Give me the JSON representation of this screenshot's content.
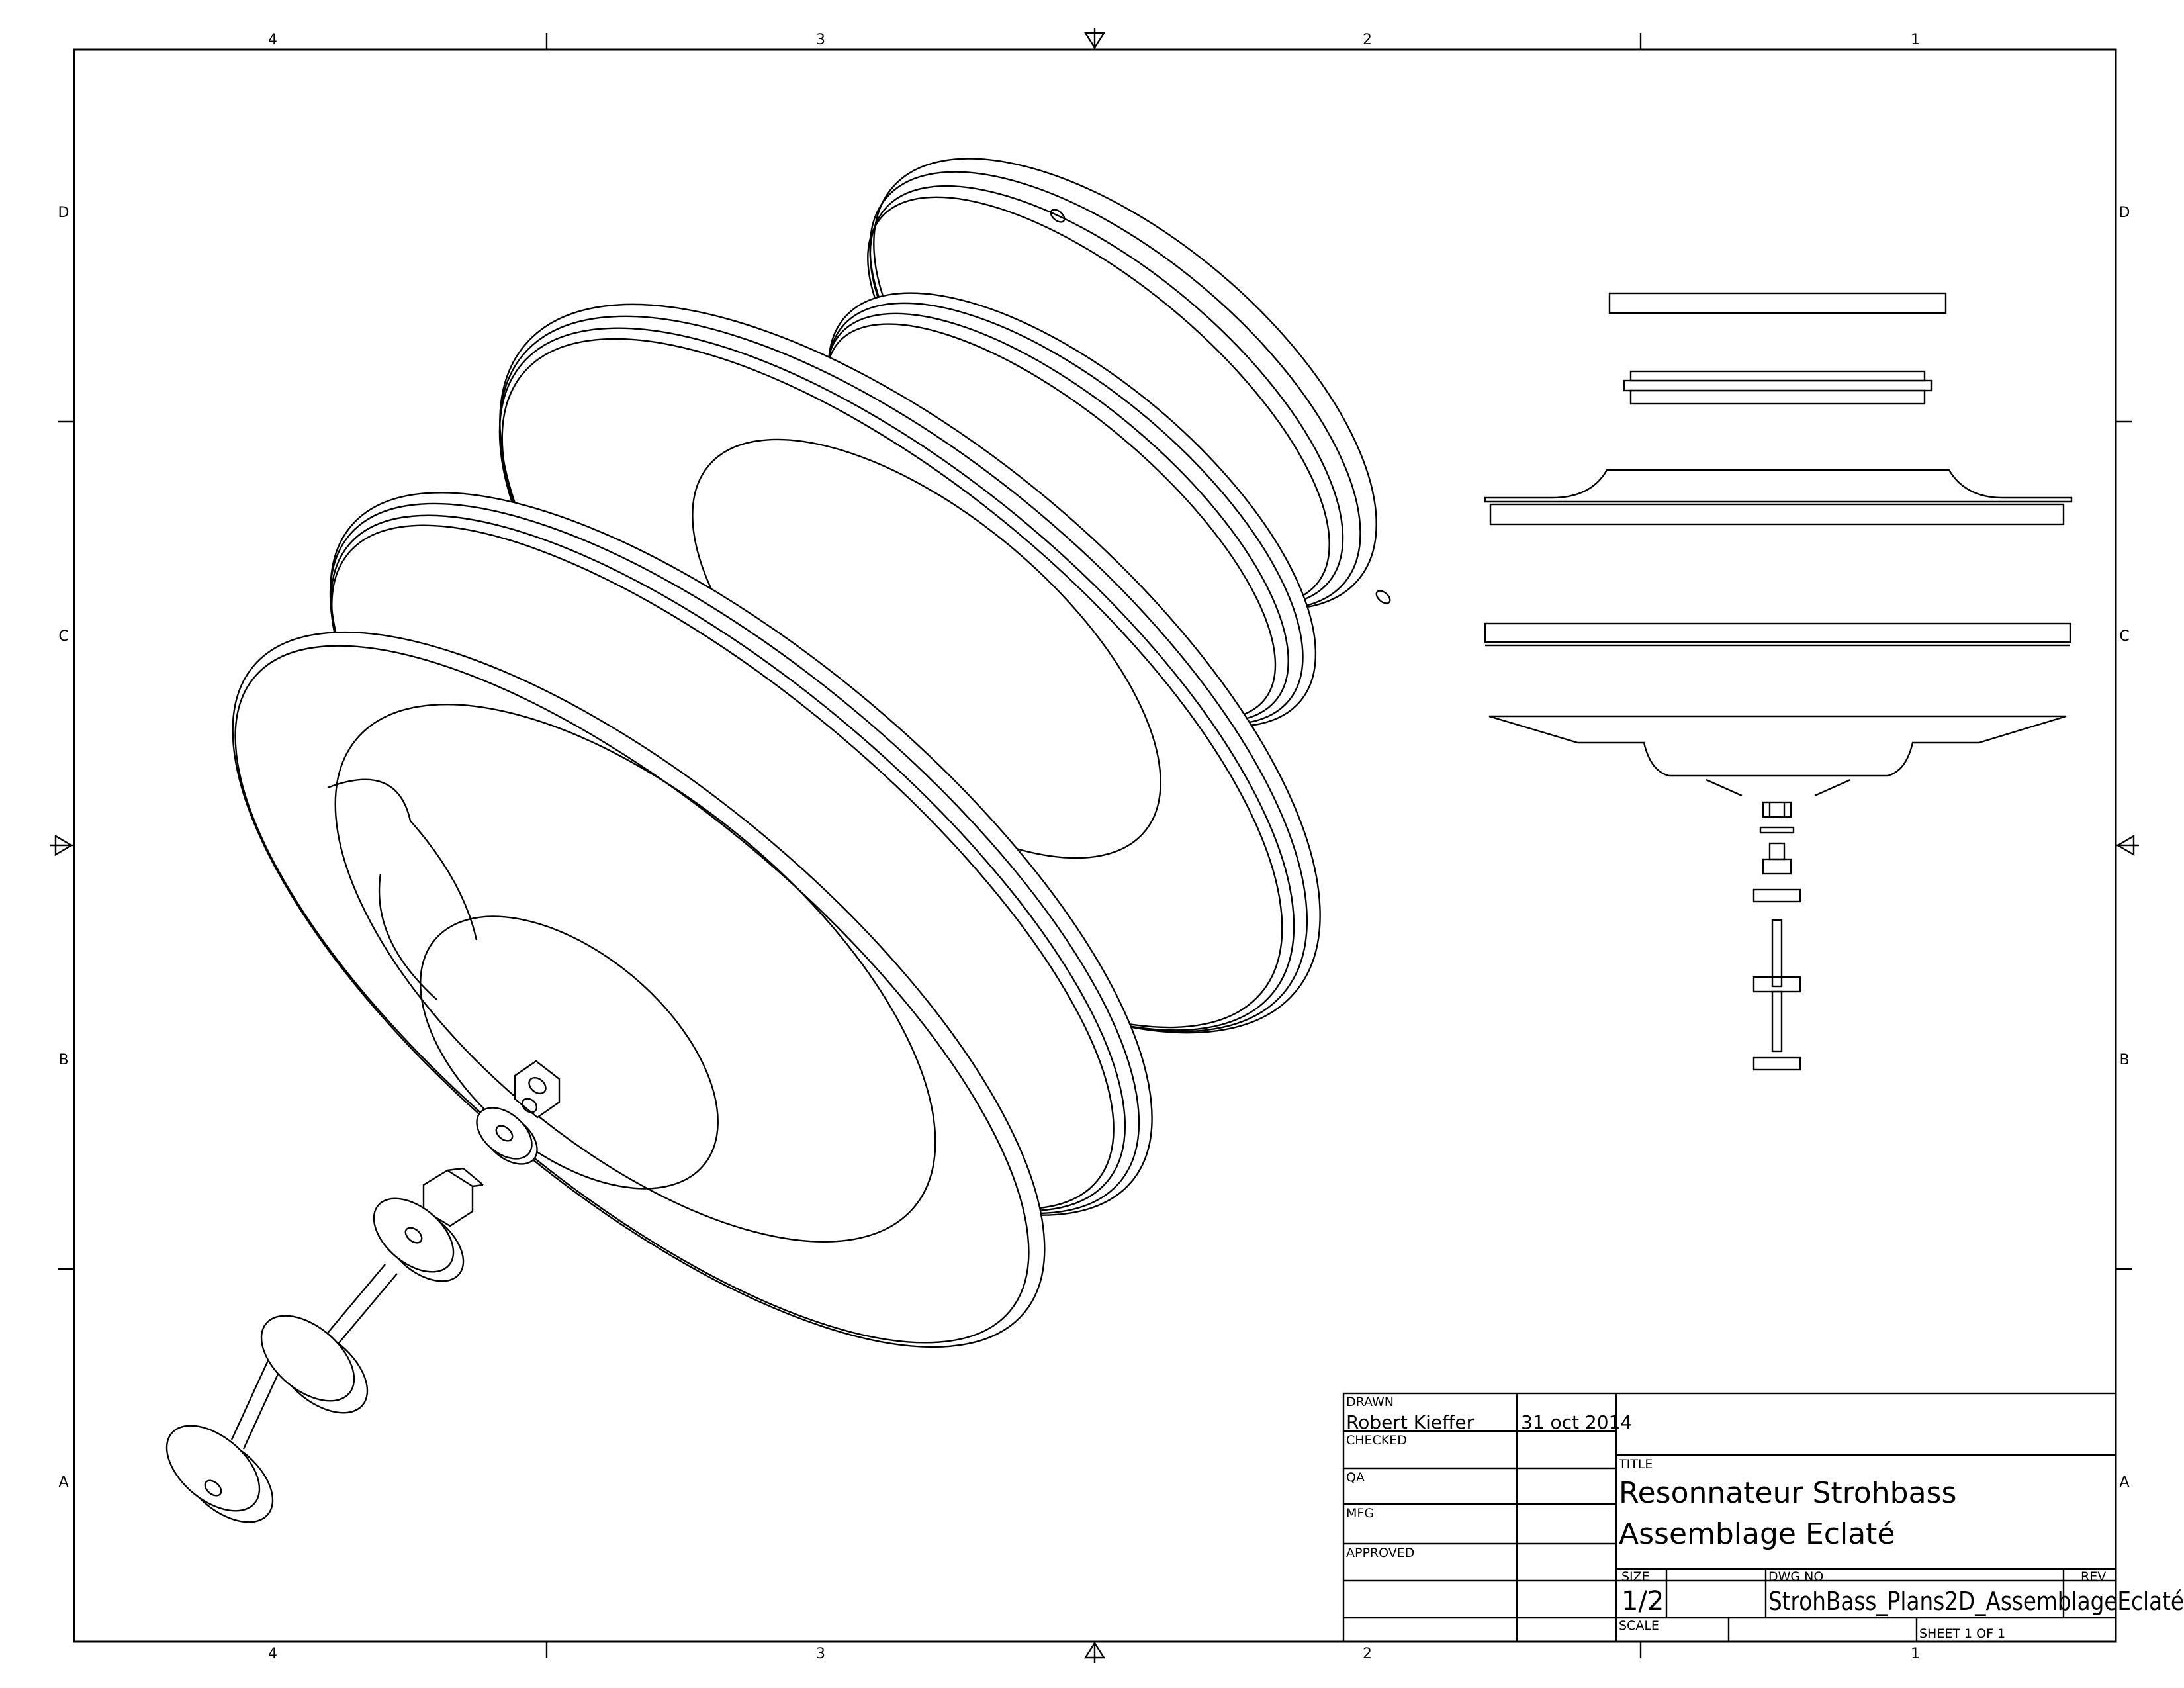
{
  "zones": {
    "columns": [
      "4",
      "3",
      "2",
      "1"
    ],
    "rows": [
      "D",
      "C",
      "B",
      "A"
    ]
  },
  "title_block": {
    "drawn_label": "DRAWN",
    "drawn_by": "Robert Kieffer",
    "drawn_date": "31 oct 2014",
    "checked_label": "CHECKED",
    "qa_label": "QA",
    "mfg_label": "MFG",
    "approved_label": "APPROVED",
    "title_label": "TITLE",
    "title_line1": "Resonnateur Strohbass",
    "title_line2": "Assemblage Eclaté",
    "size_label": "SIZE",
    "size_value": "1/2",
    "dwg_no_label": "DWG NO",
    "dwg_no_value": "StrohBass_Plans2D_AssemblageEclaté",
    "rev_label": "REV",
    "scale_label": "SCALE",
    "sheet_text": "SHEET 1   OF 1"
  }
}
